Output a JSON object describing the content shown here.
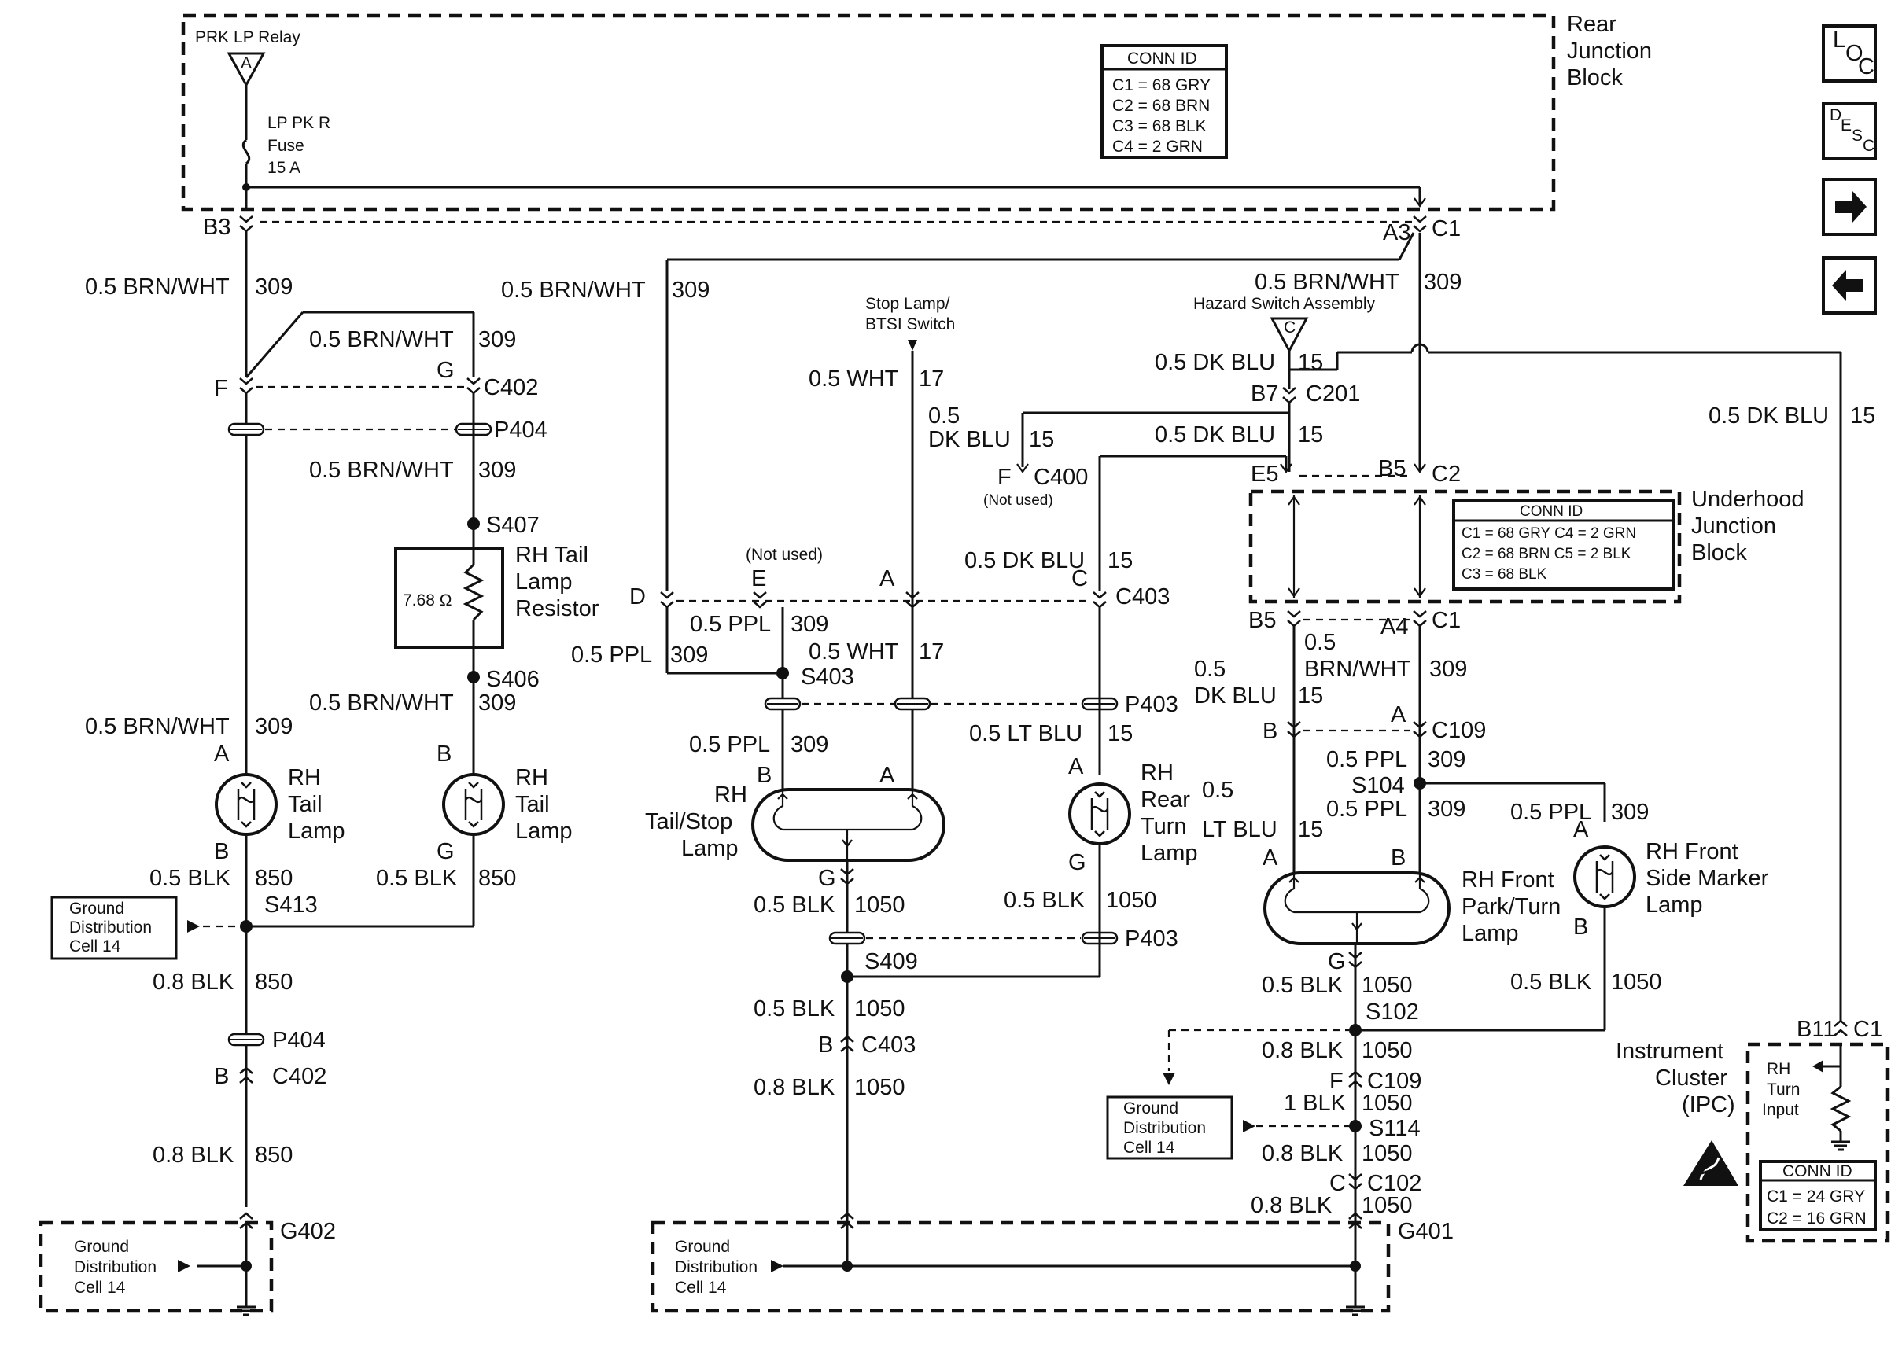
{
  "nav": {
    "loc": {
      "l": "L",
      "o": "O",
      "c": "C"
    },
    "desc": {
      "d": "D",
      "e": "E",
      "s": "S",
      "c": "C"
    },
    "forward_icon": "arrow-right-icon",
    "back_icon": "arrow-left-icon"
  },
  "rear_block": {
    "name1": "Rear",
    "name2": "Junction",
    "name3": "Block",
    "relay": "PRK LP Relay",
    "relay_pin": "A",
    "fuse1": "LP PK R",
    "fuse2": "Fuse",
    "fuse3": "15 A",
    "conn_title": "CONN ID",
    "conn": [
      "C1 = 68 GRY",
      "C2 = 68 BRN",
      "C3 = 68 BLK",
      "C4 = 2 GRN"
    ]
  },
  "underhood_block": {
    "name1": "Underhood",
    "name2": "Junction",
    "name3": "Block",
    "conn_title": "CONN ID",
    "conn1": "C1 = 68 GRY  C4 = 2 GRN",
    "conn2": "C2 = 68 BRN  C5 = 2 BLK",
    "conn3": "C3 = 68 BLK"
  },
  "ipc": {
    "name1": "Instrument",
    "name2": "Cluster",
    "name3": "(IPC)",
    "in1": "RH",
    "in2": "Turn",
    "in3": "Input",
    "conn_title": "CONN ID",
    "conn": [
      "C1 = 24 GRY",
      "C2 = 16 GRN"
    ],
    "pin": "B11",
    "conn_label": "C1"
  },
  "wires": {
    "w1": "0.5 BRN/WHT",
    "c1": "309",
    "w2": "0.5 BRN/WHT",
    "c2": "309",
    "w3": "0.5 BRN/WHT",
    "c3": "309",
    "w4": "0.5 BRN/WHT",
    "c4": "309",
    "w5": "0.5 BRN/WHT",
    "c5": "309",
    "w6": "0.5 BRN/WHT",
    "c6": "309",
    "w7": "0.5 BRN/WHT",
    "c7": "309",
    "w8a": "0.5",
    "w8b": "BRN/WHT",
    "c8": "309",
    "w9": "0.5 WHT",
    "c9": "17",
    "w10": "0.5 WHT",
    "c10": "17",
    "w11": "0.5 PPL",
    "c11": "309",
    "w12": "0.5 PPL",
    "c12": "309",
    "w13": "0.5 PPL",
    "c13": "309",
    "w14": "0.5 PPL",
    "c14": "309",
    "w15": "0.5 PPL",
    "c15": "309",
    "w16": "0.5 PPL",
    "c16": "309",
    "w17": "0.5 DK BLU",
    "c17": "15",
    "w18": "0.5 DK BLU",
    "c18": "15",
    "w19a": "0.5",
    "w19b": "DK BLU",
    "c19": "15",
    "w20": "0.5 DK BLU",
    "c20": "15",
    "w21": "0.5 DK BLU",
    "c21": "15",
    "w22a": "0.5",
    "w22b": "DK BLU",
    "c22": "15",
    "w23": "0.5 LT BLU",
    "c23": "15",
    "w24a": "0.5",
    "w24b": "LT BLU",
    "c24": "15",
    "w25": "0.5 BLK",
    "c25": "850",
    "w26": "0.5 BLK",
    "c26": "850",
    "w27": "0.8 BLK",
    "c27": "850",
    "w28": "0.8 BLK",
    "c28": "850",
    "w29": "0.5 BLK",
    "c29": "1050",
    "w30": "0.5 BLK",
    "c30": "1050",
    "w31": "0.5 BLK",
    "c31": "1050",
    "w32": "0.8 BLK",
    "c32": "1050",
    "w33": "0.5 BLK",
    "c33": "1050",
    "w34": "0.5 BLK",
    "c34": "1050",
    "w35": "0.8 BLK",
    "c35": "1050",
    "w36": "1 BLK",
    "c36": "1050",
    "w37": "0.8 BLK",
    "c37": "1050",
    "w38": "0.8 BLK",
    "c38": "1050"
  },
  "components": {
    "stop_switch1": "Stop Lamp/",
    "stop_switch2": "BTSI Switch",
    "hazard": "Hazard Switch Assembly",
    "hazard_pin": "C",
    "resistor1": "RH Tail",
    "resistor2": "Lamp",
    "resistor3": "Resistor",
    "resistor_value": "7.68 Ω",
    "tail1_1": "RH",
    "tail1_2": "Tail",
    "tail1_3": "Lamp",
    "tail2_1": "RH",
    "tail2_2": "Tail",
    "tail2_3": "Lamp",
    "tailstop1": "RH",
    "tailstop2": "Tail/Stop",
    "tailstop3": "Lamp",
    "rearturn1": "RH",
    "rearturn2": "Rear",
    "rearturn3": "Turn",
    "rearturn4": "Lamp",
    "frontpark1": "RH Front",
    "frontpark2": "Park/Turn",
    "frontpark3": "Lamp",
    "sidemarker1": "RH Front",
    "sidemarker2": "Side Marker",
    "sidemarker3": "Lamp",
    "ground1": "Ground",
    "ground2": "Distribution",
    "ground3": "Cell 14",
    "not_used": "(Not used)"
  },
  "points": {
    "B3": "B3",
    "A3": "A3",
    "C1a": "C1",
    "F": "F",
    "G": "G",
    "C402": "C402",
    "P404": "P404",
    "S407": "S407",
    "S406": "S406",
    "A1": "A",
    "B1": "B",
    "B2": "B",
    "G2": "G",
    "S413": "S413",
    "P404b": "P404",
    "Bc402": "B",
    "C402b": "C402",
    "G402": "G402",
    "D": "D",
    "E": "E",
    "A_c403": "A",
    "C_c403": "C",
    "C403": "C403",
    "S403": "S403",
    "P403": "P403",
    "B_ts": "B",
    "A_ts": "A",
    "G_ts": "G",
    "A_rt": "A",
    "G_rt": "G",
    "P403b": "P403",
    "S409": "S409",
    "B_c403": "B",
    "C403b": "C403",
    "G401": "G401",
    "B7": "B7",
    "C201": "C201",
    "F_c400": "F",
    "C400": "C400",
    "E5": "E5",
    "B5": "B5",
    "C2": "C2",
    "B5b": "B5",
    "A4": "A4",
    "C1b": "C1",
    "A_c109": "A",
    "C109": "C109",
    "B_c109": "B",
    "S104": "S104",
    "A_fp": "A",
    "B_fp": "B",
    "G_fp": "G",
    "A_sm": "A",
    "B_sm": "B",
    "S102": "S102",
    "F_c109": "F",
    "C109b": "C109",
    "S114": "S114",
    "C_c102": "C",
    "C102": "C102"
  }
}
